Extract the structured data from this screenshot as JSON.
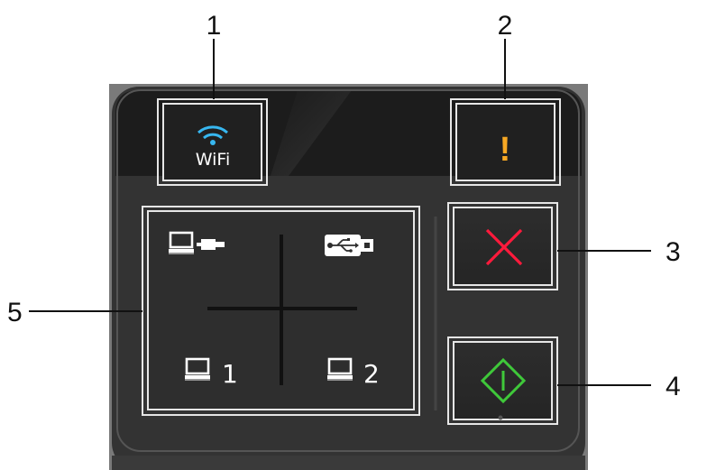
{
  "callouts": {
    "c1": "1",
    "c2": "2",
    "c3": "3",
    "c4": "4",
    "c5": "5"
  },
  "panel": {
    "wifi_button": {
      "label": "WiFi",
      "icon": "wifi-icon"
    },
    "error_indicator": {
      "label": "!",
      "icon": "exclamation-icon"
    },
    "cancel_button": {
      "icon": "x-cancel-icon"
    },
    "go_button": {
      "icon": "power-diamond-icon"
    },
    "mode_selector": {
      "top_left": {
        "icon": "laptop-network-icon"
      },
      "top_right": {
        "icon": "usb-icon"
      },
      "bottom_left": {
        "icon": "laptop-icon",
        "label": "1"
      },
      "bottom_right": {
        "icon": "laptop-icon",
        "label": "2"
      }
    }
  },
  "colors": {
    "panel_body": "#333333",
    "panel_top": "#1c1c1c",
    "wifi_accent": "#37b7f0",
    "warning": "#f7a823",
    "cancel": "#ff1a3c",
    "go": "#3fc83a",
    "frame": "#e6e6e6"
  }
}
